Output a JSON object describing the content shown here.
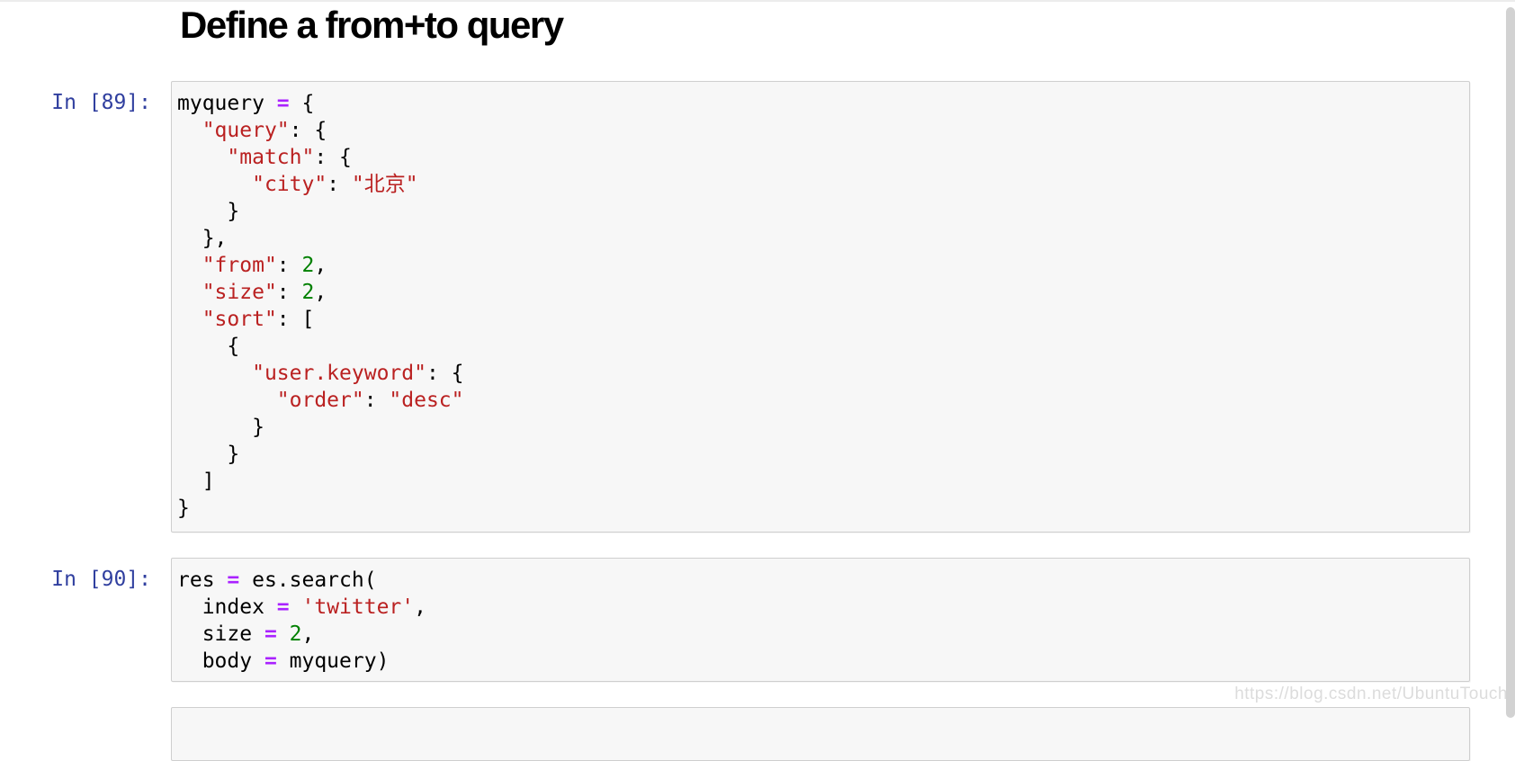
{
  "page": {
    "heading": "Define a from+to query"
  },
  "colors": {
    "prompt": "#303F9F",
    "string": "#BA2121",
    "number": "#008000",
    "operator": "#AA22FF",
    "cell_background": "#F7F7F7",
    "cell_border": "#CFCFCF"
  },
  "watermark": "https://blog.csdn.net/UbuntuTouch",
  "cells": [
    {
      "prompt": "In [89]:",
      "lines": [
        [
          [
            "k",
            "myquery "
          ],
          [
            "o",
            "="
          ],
          [
            "k",
            " {"
          ]
        ],
        [
          [
            "k",
            "  "
          ],
          [
            "s",
            "\"query\""
          ],
          [
            "k",
            ": {"
          ]
        ],
        [
          [
            "k",
            "    "
          ],
          [
            "s",
            "\"match\""
          ],
          [
            "k",
            ": {"
          ]
        ],
        [
          [
            "k",
            "      "
          ],
          [
            "s",
            "\"city\""
          ],
          [
            "k",
            ": "
          ],
          [
            "s",
            "\"北京\""
          ]
        ],
        [
          [
            "k",
            "    }"
          ]
        ],
        [
          [
            "k",
            "  },"
          ]
        ],
        [
          [
            "k",
            "  "
          ],
          [
            "s",
            "\"from\""
          ],
          [
            "k",
            ": "
          ],
          [
            "n",
            "2"
          ],
          [
            "k",
            ","
          ]
        ],
        [
          [
            "k",
            "  "
          ],
          [
            "s",
            "\"size\""
          ],
          [
            "k",
            ": "
          ],
          [
            "n",
            "2"
          ],
          [
            "k",
            ","
          ]
        ],
        [
          [
            "k",
            "  "
          ],
          [
            "s",
            "\"sort\""
          ],
          [
            "k",
            ": ["
          ]
        ],
        [
          [
            "k",
            "    {"
          ]
        ],
        [
          [
            "k",
            "      "
          ],
          [
            "s",
            "\"user.keyword\""
          ],
          [
            "k",
            ": {"
          ]
        ],
        [
          [
            "k",
            "        "
          ],
          [
            "s",
            "\"order\""
          ],
          [
            "k",
            ": "
          ],
          [
            "s",
            "\"desc\""
          ]
        ],
        [
          [
            "k",
            "      }"
          ]
        ],
        [
          [
            "k",
            "    }"
          ]
        ],
        [
          [
            "k",
            "  ]"
          ]
        ],
        [
          [
            "k",
            "}"
          ]
        ]
      ]
    },
    {
      "prompt": "In [90]:",
      "lines": [
        [
          [
            "k",
            "res "
          ],
          [
            "o",
            "="
          ],
          [
            "k",
            " es.search("
          ]
        ],
        [
          [
            "k",
            "  index "
          ],
          [
            "o",
            "="
          ],
          [
            "k",
            " "
          ],
          [
            "s",
            "'twitter'"
          ],
          [
            "k",
            ","
          ]
        ],
        [
          [
            "k",
            "  size "
          ],
          [
            "o",
            "="
          ],
          [
            "k",
            " "
          ],
          [
            "n",
            "2"
          ],
          [
            "k",
            ","
          ]
        ],
        [
          [
            "k",
            "  body "
          ],
          [
            "o",
            "="
          ],
          [
            "k",
            " myquery)"
          ]
        ]
      ]
    },
    {
      "prompt": "",
      "lines": []
    }
  ]
}
